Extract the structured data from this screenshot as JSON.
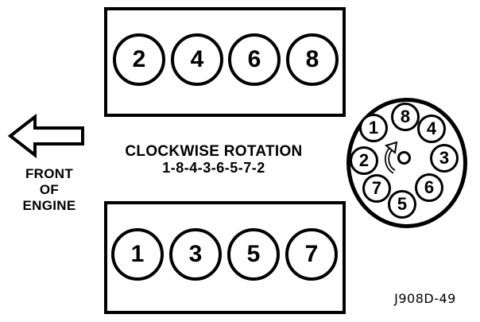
{
  "colors": {
    "ink": "#000000",
    "paper": "#ffffff"
  },
  "front_of_engine": {
    "lines": [
      "FRONT",
      "OF",
      "ENGINE"
    ]
  },
  "rotation": {
    "label": "CLOCKWISE ROTATION",
    "firing_order": "1-8-4-3-6-5-7-2"
  },
  "banks": {
    "top": {
      "cylinders": [
        "2",
        "4",
        "6",
        "8"
      ]
    },
    "bottom": {
      "cylinders": [
        "1",
        "3",
        "5",
        "7"
      ]
    }
  },
  "distributor": {
    "terminals_clockwise_from_top": [
      "8",
      "4",
      "3",
      "6",
      "5",
      "7",
      "2",
      "1"
    ]
  },
  "figure_id": "J908D-49",
  "icons": {
    "front_direction": "left-arrow",
    "rotor_rotation": "clockwise-curved-arrow"
  }
}
